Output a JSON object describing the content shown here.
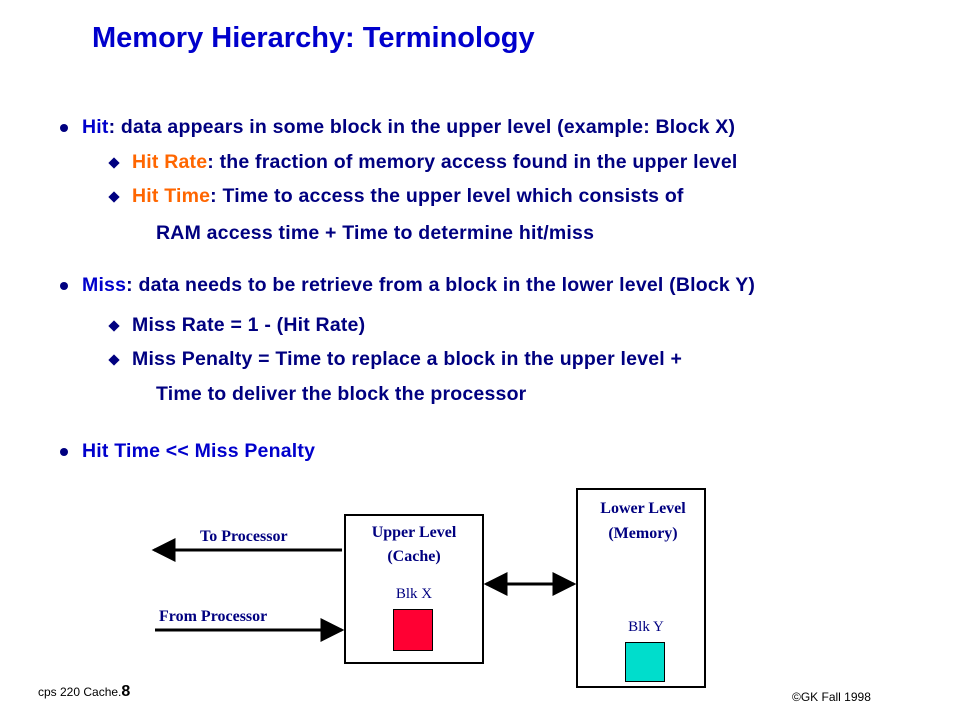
{
  "title": "Memory Hierarchy: Terminology",
  "bullets": {
    "hit": {
      "term": "Hit",
      "text": ": data appears in some block in the upper level (example: Block X)",
      "sub": [
        {
          "term": "Hit Rate",
          "text": ": the fraction of memory access found in the upper level"
        },
        {
          "term": "Hit Time",
          "text": ": Time to access the upper level which consists of",
          "cont": "RAM access time + Time to determine hit/miss"
        }
      ]
    },
    "miss": {
      "term": "Miss",
      "text": ": data needs to be retrieve from a block in the lower level (Block Y)",
      "sub": [
        {
          "text": "Miss Rate  = 1 - (Hit Rate)"
        },
        {
          "text": "Miss Penalty = Time to replace a block in the upper level  +",
          "cont": "Time to deliver the block the processor"
        }
      ]
    },
    "third": {
      "text": "Hit Time << Miss Penalty"
    }
  },
  "diagram": {
    "to_processor": "To Processor",
    "from_processor": "From Processor",
    "upper_level": {
      "line1": "Upper Level",
      "line2": "(Cache)",
      "block": "Blk X",
      "block_color": "#ff0033"
    },
    "lower_level": {
      "line1": "Lower Level",
      "line2": "(Memory)",
      "block": "Blk Y",
      "block_color": "#00ddcc"
    }
  },
  "footer": {
    "course": "cps 220 Cache.",
    "page": "8",
    "copyright": "©GK Fall 1998"
  }
}
